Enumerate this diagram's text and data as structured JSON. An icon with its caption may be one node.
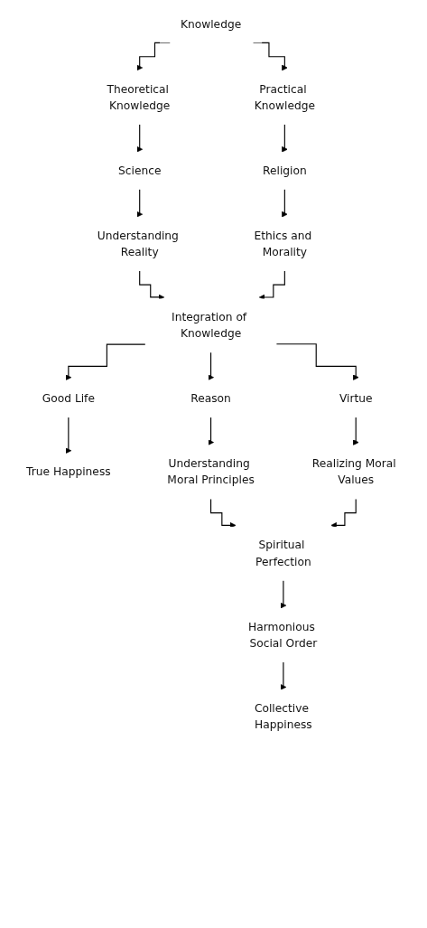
{
  "diagram": {
    "nodes": [
      {
        "text": [
          "Knowledge"
        ]
      },
      {
        "text": [
          "Theoretical Knowledge"
        ]
      },
      {
        "text": [
          "Practical Knowledge"
        ]
      },
      {
        "text": [
          "Science"
        ]
      },
      {
        "text": [
          "Religion"
        ]
      },
      {
        "text": [
          "Understanding Reality"
        ]
      },
      {
        "text": [
          "Ethics and Morality"
        ]
      },
      {
        "text": [
          "Integration of Knowledge"
        ]
      },
      {
        "text": [
          "Good Life"
        ]
      },
      {
        "text": [
          "Reason"
        ]
      },
      {
        "text": [
          "Virtue"
        ]
      },
      {
        "text": [
          "True Happiness"
        ]
      },
      {
        "text": [
          "Understanding Moral Principles"
        ]
      },
      {
        "text": [
          "Realizing Moral Values"
        ]
      },
      {
        "text": [
          "Spiritual Perfection"
        ]
      },
      {
        "text": [
          "Harmonious Social Order"
        ]
      },
      {
        "text": [
          "Collective Happiness"
        ]
      }
    ],
    "edges": [
      {
        "from": 0,
        "to": 1,
        "arrow": "to"
      },
      {
        "from": 0,
        "to": 2,
        "arrow": "to"
      },
      {
        "from": 1,
        "to": 3,
        "arrow": "to"
      },
      {
        "from": 2,
        "to": 4,
        "arrow": "to"
      },
      {
        "from": 3,
        "to": 5,
        "arrow": "to"
      },
      {
        "from": 4,
        "to": 6,
        "arrow": "to"
      },
      {
        "from": 5,
        "to": 7,
        "arrow": "to"
      },
      {
        "from": 6,
        "to": 7,
        "arrow": "to"
      },
      {
        "from": 7,
        "to": 8,
        "arrow": "to"
      },
      {
        "from": 7,
        "to": 9,
        "arrow": "to"
      },
      {
        "from": 7,
        "to": 10,
        "arrow": "to"
      },
      {
        "from": 8,
        "to": 11,
        "arrow": "to"
      },
      {
        "from": 9,
        "to": 12,
        "arrow": "to"
      },
      {
        "from": 10,
        "to": 13,
        "arrow": "to"
      },
      {
        "from": 12,
        "to": 14,
        "arrow": "to"
      },
      {
        "from": 13,
        "to": 14,
        "arrow": "to"
      },
      {
        "from": 14,
        "to": 15,
        "arrow": "to"
      },
      {
        "from": 15,
        "to": 16,
        "arrow": "to"
      }
    ]
  }
}
